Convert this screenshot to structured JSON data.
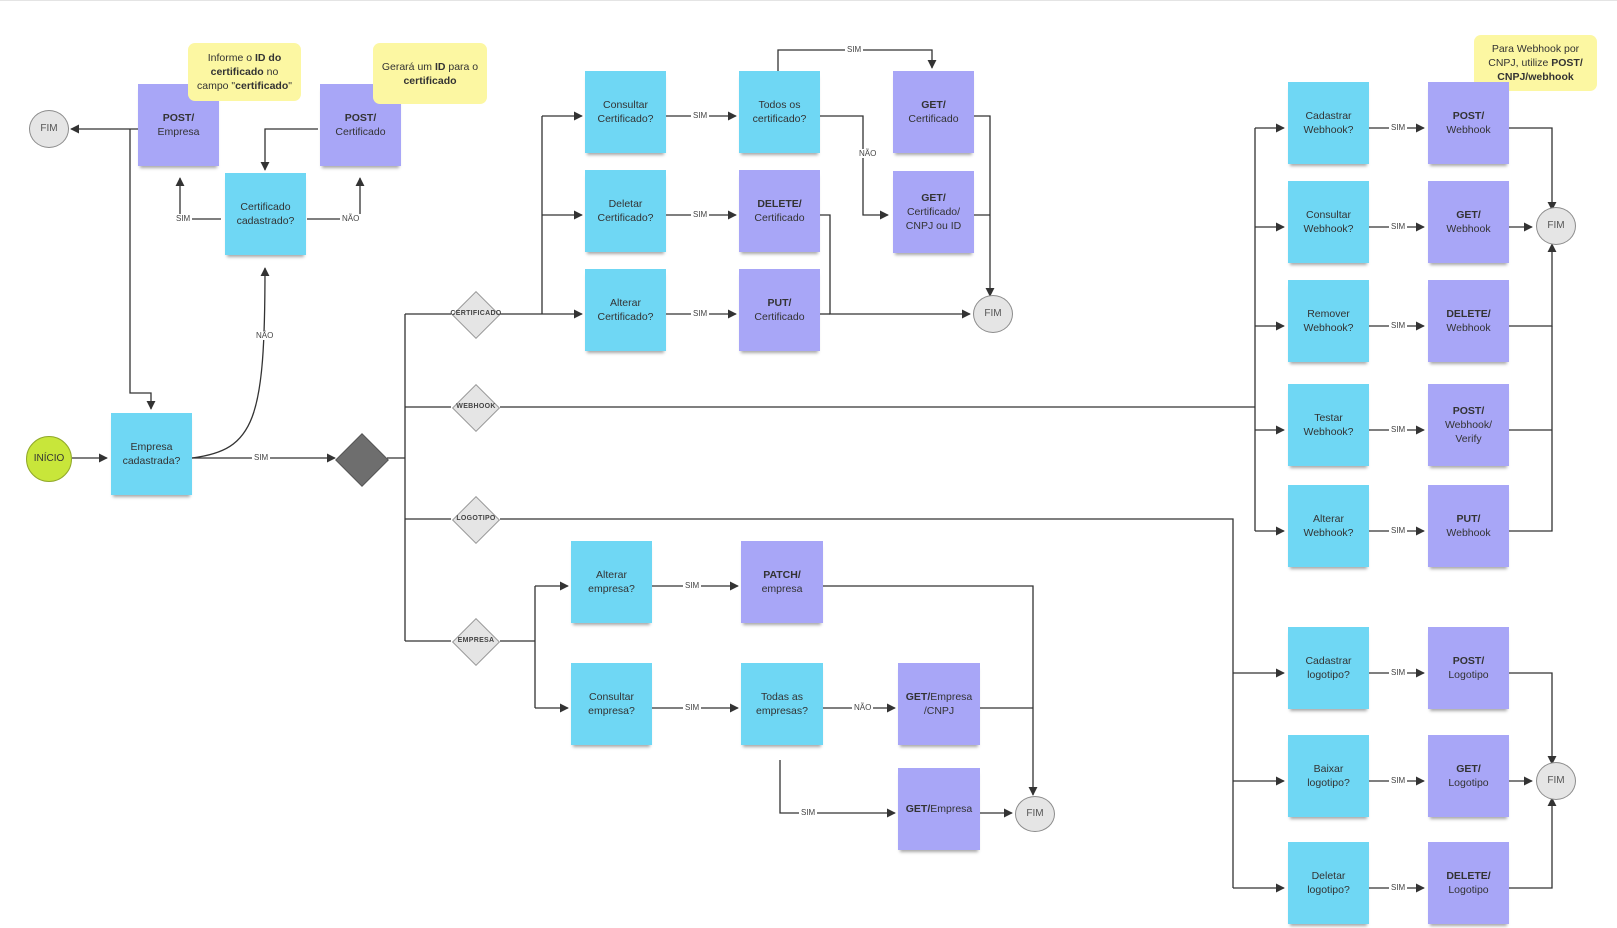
{
  "colors": {
    "question": "#6fd7f4",
    "endpoint": "#a8a6f7",
    "note": "#fcf7a2",
    "start": "#c8e63a",
    "end": "#e5e5e5",
    "decision": "#6e6e6e"
  },
  "start": "INÍCIO",
  "end": "FIM",
  "edge_yes": "SIM",
  "edge_no": "NÃO",
  "company_flow": {
    "question": "Empresa\ncadastrada?",
    "post_empresa": {
      "method": "POST/",
      "path": "Empresa"
    },
    "cert_question": "Certificado\ncadastrado?",
    "post_certificado": {
      "method": "POST/",
      "path": "Certificado"
    },
    "note_id": [
      "Informe o ",
      "ID do\ncertificado",
      " no\ncampo \"",
      "certificado",
      "\""
    ],
    "note_generate": [
      "Gerará um ",
      "ID",
      " para o\n",
      "certificado"
    ]
  },
  "branches": {
    "certificado": "CERTIFICADO",
    "webhook": "WEBHOOK",
    "logotipo": "LOGOTIPO",
    "empresa": "EMPRESA"
  },
  "certificado": {
    "consultar": "Consultar\nCertificado?",
    "todos": "Todos os\ncertificado?",
    "get_all": {
      "method": "GET/",
      "path": "Certificado"
    },
    "get_one": {
      "method": "GET/",
      "path": "Certificado/\nCNPJ ou ID"
    },
    "deletar": "Deletar\nCertificado?",
    "delete": {
      "method": "DELETE/",
      "path": "Certificado"
    },
    "alterar": "Alterar\nCertificado?",
    "put": {
      "method": "PUT/",
      "path": "Certificado"
    }
  },
  "empresa": {
    "alterar": "Alterar\nempresa?",
    "patch": {
      "method": "PATCH/",
      "path": "empresa"
    },
    "consultar": "Consultar\nempresa?",
    "todas": "Todas as\nempresas?",
    "get_cnpj": {
      "method": "GET/",
      "path": "Empresa\n/CNPJ"
    },
    "get_all": {
      "method": "GET/",
      "path": "Empresa"
    }
  },
  "webhook": {
    "note": [
      "Para Webhook por\nCNPJ, utilize ",
      "POST/\nCNPJ/webhook"
    ],
    "cadastrar": "Cadastrar\nWebhook?",
    "post": {
      "method": "POST/",
      "path": "Webhook"
    },
    "consultar": "Consultar\nWebhook?",
    "get": {
      "method": "GET/",
      "path": "Webhook"
    },
    "remover": "Remover\nWebhook?",
    "delete": {
      "method": "DELETE/",
      "path": "Webhook"
    },
    "testar": "Testar\nWebhook?",
    "verify": {
      "method": "POST/",
      "path": "Webhook/\nVerify"
    },
    "alterar": "Alterar\nWebhook?",
    "put": {
      "method": "PUT/",
      "path": "Webhook"
    }
  },
  "logotipo": {
    "cadastrar": "Cadastrar\nlogotipo?",
    "post": {
      "method": "POST/",
      "path": "Logotipo"
    },
    "baixar": "Baixar\nlogotipo?",
    "get": {
      "method": "GET/",
      "path": "Logotipo"
    },
    "deletar": "Deletar\nlogotipo?",
    "delete": {
      "method": "DELETE/",
      "path": "Logotipo"
    }
  }
}
